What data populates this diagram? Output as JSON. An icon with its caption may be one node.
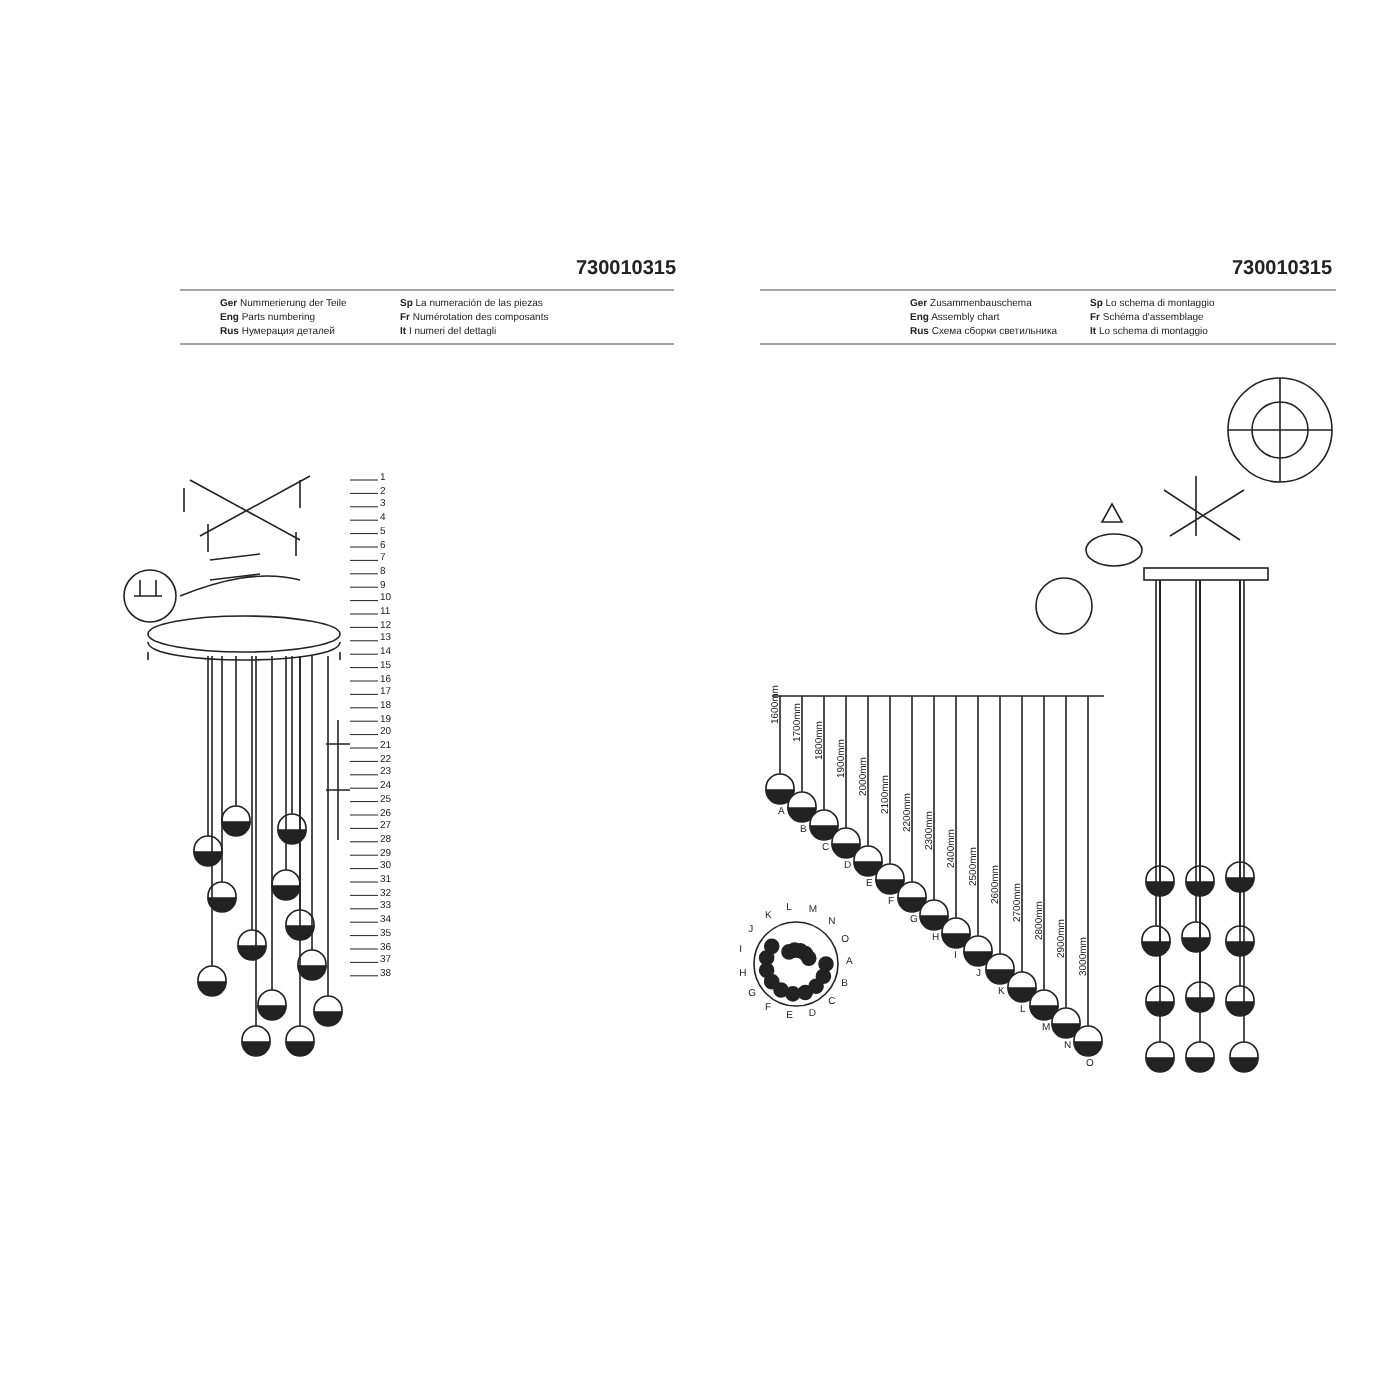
{
  "diagram": {
    "nodes": [
      {
        "text": [
          "1"
        ]
      },
      {
        "text": [
          "2"
        ]
      },
      {
        "text": [
          "3"
        ]
      },
      {
        "text": [
          "4"
        ]
      },
      {
        "text": [
          "5"
        ]
      },
      {
        "text": [
          "6"
        ]
      },
      {
        "text": [
          "7"
        ]
      },
      {
        "text": [
          "8"
        ]
      },
      {
        "text": [
          "9"
        ]
      },
      {
        "text": [
          "10"
        ]
      },
      {
        "text": [
          "11"
        ]
      },
      {
        "text": [
          "12"
        ]
      },
      {
        "text": [
          "13"
        ]
      },
      {
        "text": [
          "14"
        ]
      },
      {
        "text": [
          "15"
        ]
      },
      {
        "text": [
          "16"
        ]
      },
      {
        "text": [
          "17"
        ]
      },
      {
        "text": [
          "18"
        ]
      },
      {
        "text": [
          "19"
        ]
      },
      {
        "text": [
          "20"
        ]
      },
      {
        "text": [
          "21"
        ]
      },
      {
        "text": [
          "22"
        ]
      },
      {
        "text": [
          "23"
        ]
      },
      {
        "text": [
          "24"
        ]
      },
      {
        "text": [
          "25"
        ]
      },
      {
        "text": [
          "26"
        ]
      },
      {
        "text": [
          "27"
        ]
      },
      {
        "text": [
          "28"
        ]
      },
      {
        "text": [
          "29"
        ]
      },
      {
        "text": [
          "30"
        ]
      },
      {
        "text": [
          "31"
        ]
      },
      {
        "text": [
          "32"
        ]
      },
      {
        "text": [
          "33"
        ]
      },
      {
        "text": [
          "34"
        ]
      },
      {
        "text": [
          "35"
        ]
      },
      {
        "text": [
          "36"
        ]
      },
      {
        "text": [
          "37"
        ]
      },
      {
        "text": [
          "38"
        ]
      },
      {
        "text": [],
        "shape": "picture"
      }
    ],
    "edges": [
      {
        "from": 0,
        "to": 38,
        "arrow": "none"
      },
      {
        "from": 1,
        "to": 38,
        "arrow": "none"
      },
      {
        "from": 2,
        "to": 38,
        "arrow": "none"
      },
      {
        "from": 3,
        "to": 38,
        "arrow": "none"
      },
      {
        "from": 4,
        "to": 38,
        "arrow": "none"
      },
      {
        "from": 5,
        "to": 38,
        "arrow": "none"
      },
      {
        "from": 6,
        "to": 38,
        "arrow": "none"
      },
      {
        "from": 7,
        "to": 38,
        "arrow": "none"
      },
      {
        "from": 8,
        "to": 38,
        "arrow": "none"
      },
      {
        "from": 9,
        "to": 38,
        "arrow": "none"
      },
      {
        "from": 10,
        "to": 38,
        "arrow": "none"
      },
      {
        "from": 11,
        "to": 38,
        "arrow": "none"
      },
      {
        "from": 12,
        "to": 38,
        "arrow": "none"
      },
      {
        "from": 13,
        "to": 38,
        "arrow": "none"
      },
      {
        "from": 14,
        "to": 38,
        "arrow": "none"
      },
      {
        "from": 15,
        "to": 38,
        "arrow": "none"
      },
      {
        "from": 16,
        "to": 38,
        "arrow": "none"
      },
      {
        "from": 17,
        "to": 38,
        "arrow": "none"
      },
      {
        "from": 18,
        "to": 38,
        "arrow": "none"
      },
      {
        "from": 19,
        "to": 38,
        "arrow": "none"
      },
      {
        "from": 20,
        "to": 38,
        "arrow": "none"
      },
      {
        "from": 21,
        "to": 38,
        "arrow": "none"
      },
      {
        "from": 22,
        "to": 38,
        "arrow": "none"
      },
      {
        "from": 23,
        "to": 38,
        "arrow": "none"
      },
      {
        "from": 24,
        "to": 38,
        "arrow": "none"
      },
      {
        "from": 25,
        "to": 38,
        "arrow": "none"
      },
      {
        "from": 26,
        "to": 38,
        "arrow": "none"
      },
      {
        "from": 27,
        "to": 38,
        "arrow": "none"
      },
      {
        "from": 28,
        "to": 38,
        "arrow": "none"
      },
      {
        "from": 29,
        "to": 38,
        "arrow": "none"
      },
      {
        "from": 30,
        "to": 38,
        "arrow": "none"
      },
      {
        "from": 31,
        "to": 38,
        "arrow": "none"
      },
      {
        "from": 32,
        "to": 38,
        "arrow": "none"
      },
      {
        "from": 33,
        "to": 38,
        "arrow": "none"
      },
      {
        "from": 34,
        "to": 38,
        "arrow": "none"
      },
      {
        "from": 35,
        "to": 38,
        "arrow": "none"
      },
      {
        "from": 36,
        "to": 38,
        "arrow": "none"
      },
      {
        "from": 37,
        "to": 38,
        "arrow": "none"
      }
    ],
    "labels": [
      "730010315",
      "**Ger** Nummerierung der Teile",
      "**Eng** Parts numbering",
      "**Rus** Нумерация деталей",
      "**Sp** La numeración de las piezas",
      "**Fr** Numérotation des composants",
      "**It** I numeri del dettagli",
      "730010315",
      "**Ger** Zusammenbauschema",
      "**Eng** Assembly chart",
      "**Rus** Схема сборки светильника",
      "**Sp** Lo schema di montaggio",
      "**Fr** Schéma d'assemblage",
      "**It** Lo schema di montaggio",
      "1600mm",
      "1700mm",
      "1800mm",
      "1900mm",
      "2000mm",
      "2100mm",
      "2200mm",
      "2300mm",
      "2400mm",
      "2500mm",
      "2600mm",
      "2700mm",
      "2800mm",
      "2900mm",
      "3000mm",
      "A",
      "B",
      "C",
      "D",
      "E",
      "F",
      "G",
      "H",
      "I",
      "J",
      "K",
      "L",
      "M",
      "N",
      "O",
      "A",
      "B",
      "C",
      "D",
      "E",
      "F",
      "G",
      "H",
      "I",
      "J",
      "K",
      "L",
      "M",
      "N",
      "O"
    ]
  }
}
